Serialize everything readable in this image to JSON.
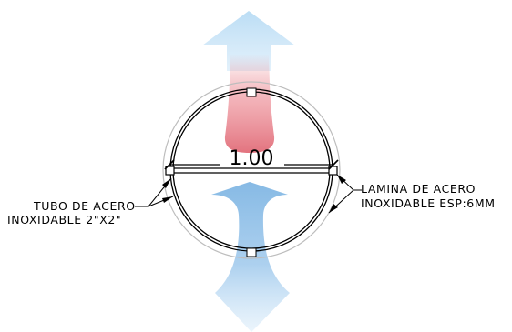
{
  "drawing": {
    "dimension_label": "1.00",
    "left_callout": {
      "line1": "TUBO DE ACERO",
      "line2": "INOXIDABLE 2\"X2\""
    },
    "right_callout": {
      "line1": "LAMINA DE ACERO",
      "line2": "INOXIDABLE ESP:6MM"
    }
  },
  "icons": {
    "top_arrow": "upward-flow-arrow-icon",
    "bottom_arrow": "upward-flow-arrow-icon"
  },
  "colors": {
    "line": "#000000",
    "inner_ring": "#bdbdbd",
    "arrow_blue": "#aed3ef",
    "arrow_red": "#e87f88"
  }
}
